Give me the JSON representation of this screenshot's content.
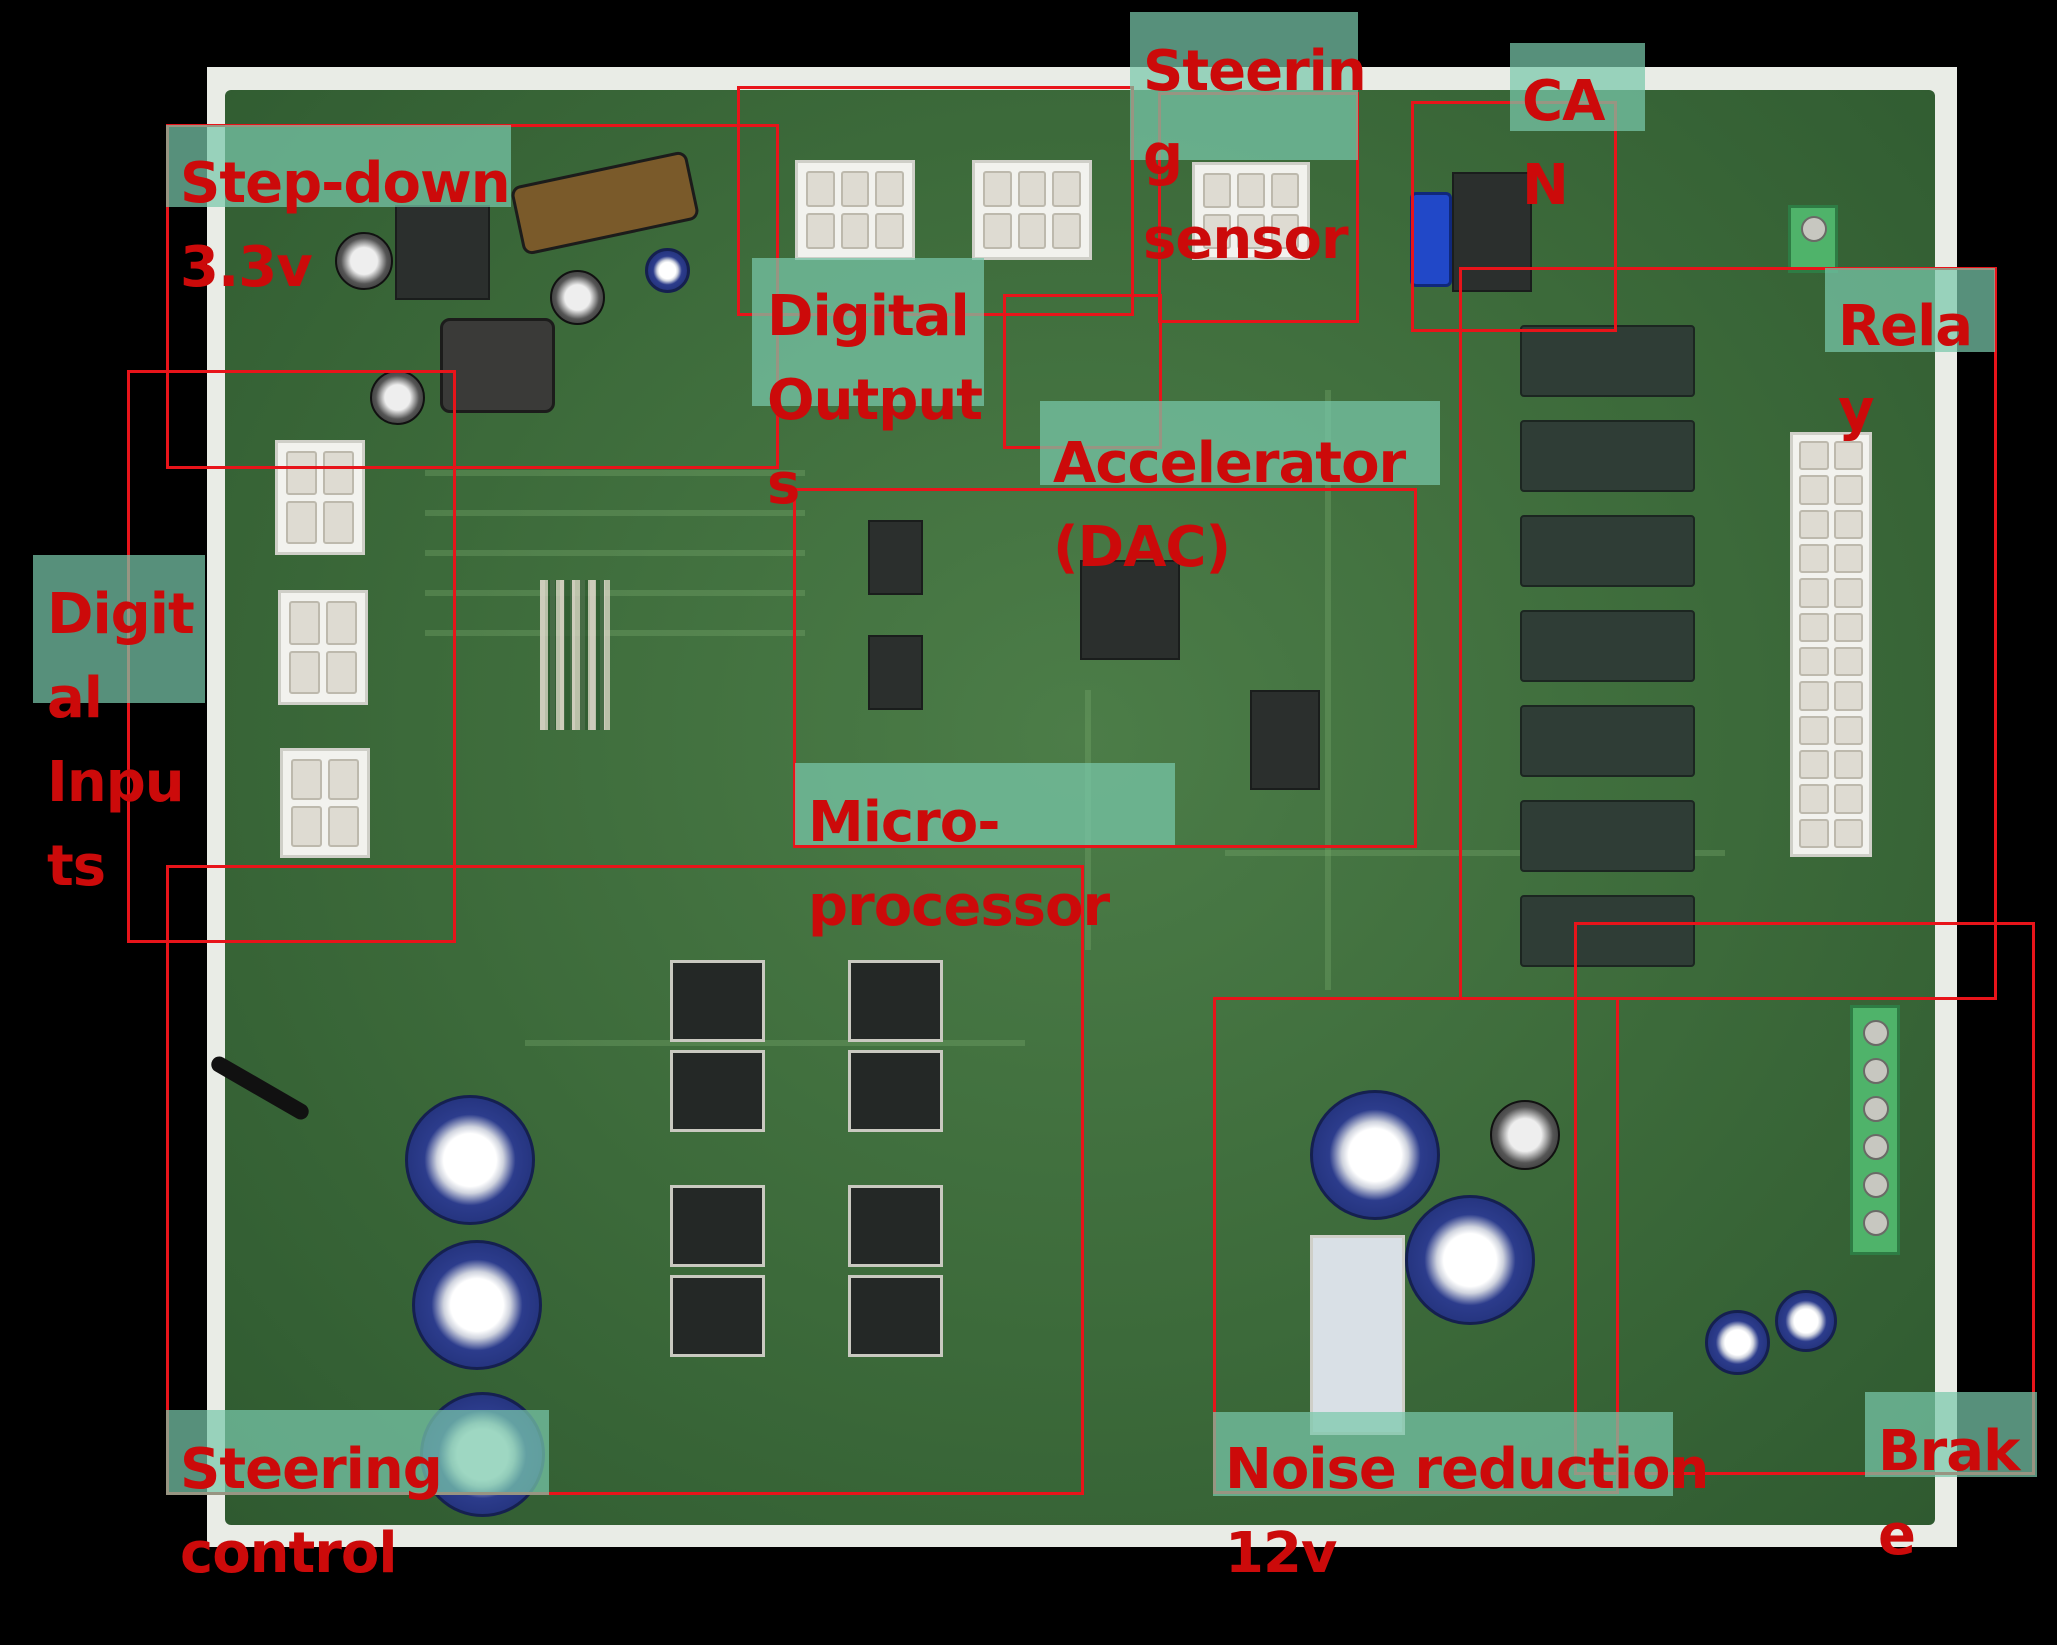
{
  "annotations": {
    "step_down": "Step-down\n3.3v",
    "digital_outputs": "Digital\nOutput\ns",
    "steering_sensor": "Steerin\ng\nsensor",
    "can": "CA\nN",
    "relay": "Rela\ny",
    "accelerator": "Accelerator\n(DAC)",
    "digital_inputs": "Digit\nal\nInpu\nts",
    "microprocessor": "Micro-\nprocessor",
    "steering_control": "Steering\ncontrol",
    "noise_reduction": "Noise reduction\n12v",
    "brake": "Brak\ne"
  },
  "colors": {
    "box_outline": "#e8141a",
    "label_text": "#cc0a0a",
    "label_background": "#78c8aa",
    "pcb_green": "#3c6a3a",
    "background": "#000000"
  }
}
